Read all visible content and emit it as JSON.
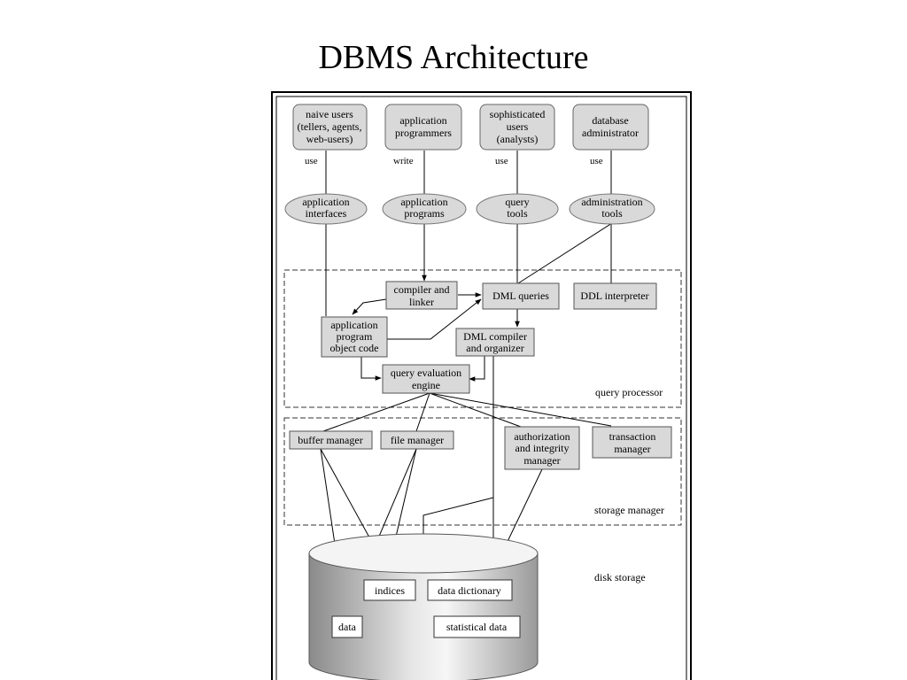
{
  "title": "DBMS Architecture",
  "users": {
    "naive": [
      "naive users",
      "(tellers, agents,",
      "web-users)"
    ],
    "programmers": [
      "application",
      "programmers"
    ],
    "sophisticated": [
      "sophisticated",
      "users",
      "(analysts)"
    ],
    "dba": [
      "database",
      "administrator"
    ]
  },
  "edge_labels": {
    "use1": "use",
    "write": "write",
    "use2": "use",
    "use3": "use"
  },
  "tools": {
    "app_interfaces": [
      "application",
      "interfaces"
    ],
    "app_programs": [
      "application",
      "programs"
    ],
    "query_tools": [
      "query",
      "tools"
    ],
    "admin_tools": [
      "administration",
      "tools"
    ]
  },
  "query_processor": {
    "compiler_linker": [
      "compiler and",
      "linker"
    ],
    "dml_queries": "DML queries",
    "ddl_interpreter": "DDL interpreter",
    "app_object_code": [
      "application",
      "program",
      "object code"
    ],
    "dml_compiler": [
      "DML compiler",
      "and organizer"
    ],
    "query_engine": [
      "query evaluation",
      "engine"
    ],
    "label": "query processor"
  },
  "storage_manager": {
    "buffer_manager": "buffer manager",
    "file_manager": "file manager",
    "auth_integrity": [
      "authorization",
      "and integrity",
      "manager"
    ],
    "transaction_manager": [
      "transaction",
      "manager"
    ],
    "label": "storage manager"
  },
  "disk_storage": {
    "indices": "indices",
    "data_dictionary": "data dictionary",
    "data": "data",
    "statistical_data": "statistical data",
    "label": "disk storage"
  },
  "colors": {
    "box_fill": "#d9d9d9",
    "background": "#ffffff"
  }
}
